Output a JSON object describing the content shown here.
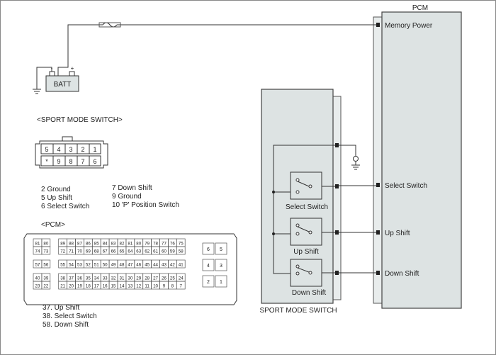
{
  "pcm": {
    "title": "PCM",
    "pins": {
      "memory_power": "Memory Power",
      "select_switch": "Select Switch",
      "up_shift": "Up  Shift",
      "down_shift": "Down  Shift"
    }
  },
  "battery": {
    "label": "BATT",
    "neg": "-",
    "pos": "+"
  },
  "sport_switch_block": {
    "title": "SPORT MODE SWITCH",
    "select_label": "Select Switch",
    "up_label": "Up  Shift",
    "down_label": "Down  Shift"
  },
  "sport_connector": {
    "title": "<SPORT MODE SWITCH>",
    "top_row": [
      "5",
      "4",
      "3",
      "2",
      "1"
    ],
    "bottom_row": [
      "*",
      "9",
      "8",
      "7",
      "6"
    ],
    "legend_left": [
      "2  Ground",
      "5  Up Shift",
      "6  Select Switch"
    ],
    "legend_right": [
      "7  Down Shift",
      "9  Ground",
      "10  'P' Position Switch"
    ]
  },
  "pcm_connector": {
    "title": "<PCM>",
    "rows": [
      [
        "81",
        "80",
        "",
        "89",
        "88",
        "87",
        "86",
        "85",
        "84",
        "83",
        "82",
        "81",
        "80",
        "79",
        "78",
        "77",
        "76",
        "75"
      ],
      [
        "74",
        "73",
        "",
        "72",
        "71",
        "70",
        "69",
        "68",
        "67",
        "66",
        "65",
        "64",
        "63",
        "62",
        "61",
        "60",
        "59",
        "58"
      ],
      [
        "57",
        "56",
        "",
        "55",
        "54",
        "53",
        "52",
        "51",
        "50",
        "49",
        "48",
        "47",
        "46",
        "45",
        "44",
        "43",
        "42",
        "41"
      ],
      [
        "40",
        "39",
        "",
        "38",
        "37",
        "36",
        "35",
        "34",
        "33",
        "32",
        "31",
        "30",
        "29",
        "28",
        "27",
        "26",
        "25",
        "24"
      ],
      [
        "23",
        "22",
        "",
        "21",
        "20",
        "19",
        "18",
        "17",
        "16",
        "15",
        "14",
        "13",
        "12",
        "11",
        "10",
        "9",
        "8",
        "7"
      ]
    ],
    "side_rows": [
      [
        "6",
        "5"
      ],
      [
        "4",
        "3"
      ],
      [
        "2",
        "1"
      ]
    ],
    "legend": [
      "37.  Up  Shift",
      "38.  Select Switch",
      "58.  Down  Shift"
    ]
  }
}
